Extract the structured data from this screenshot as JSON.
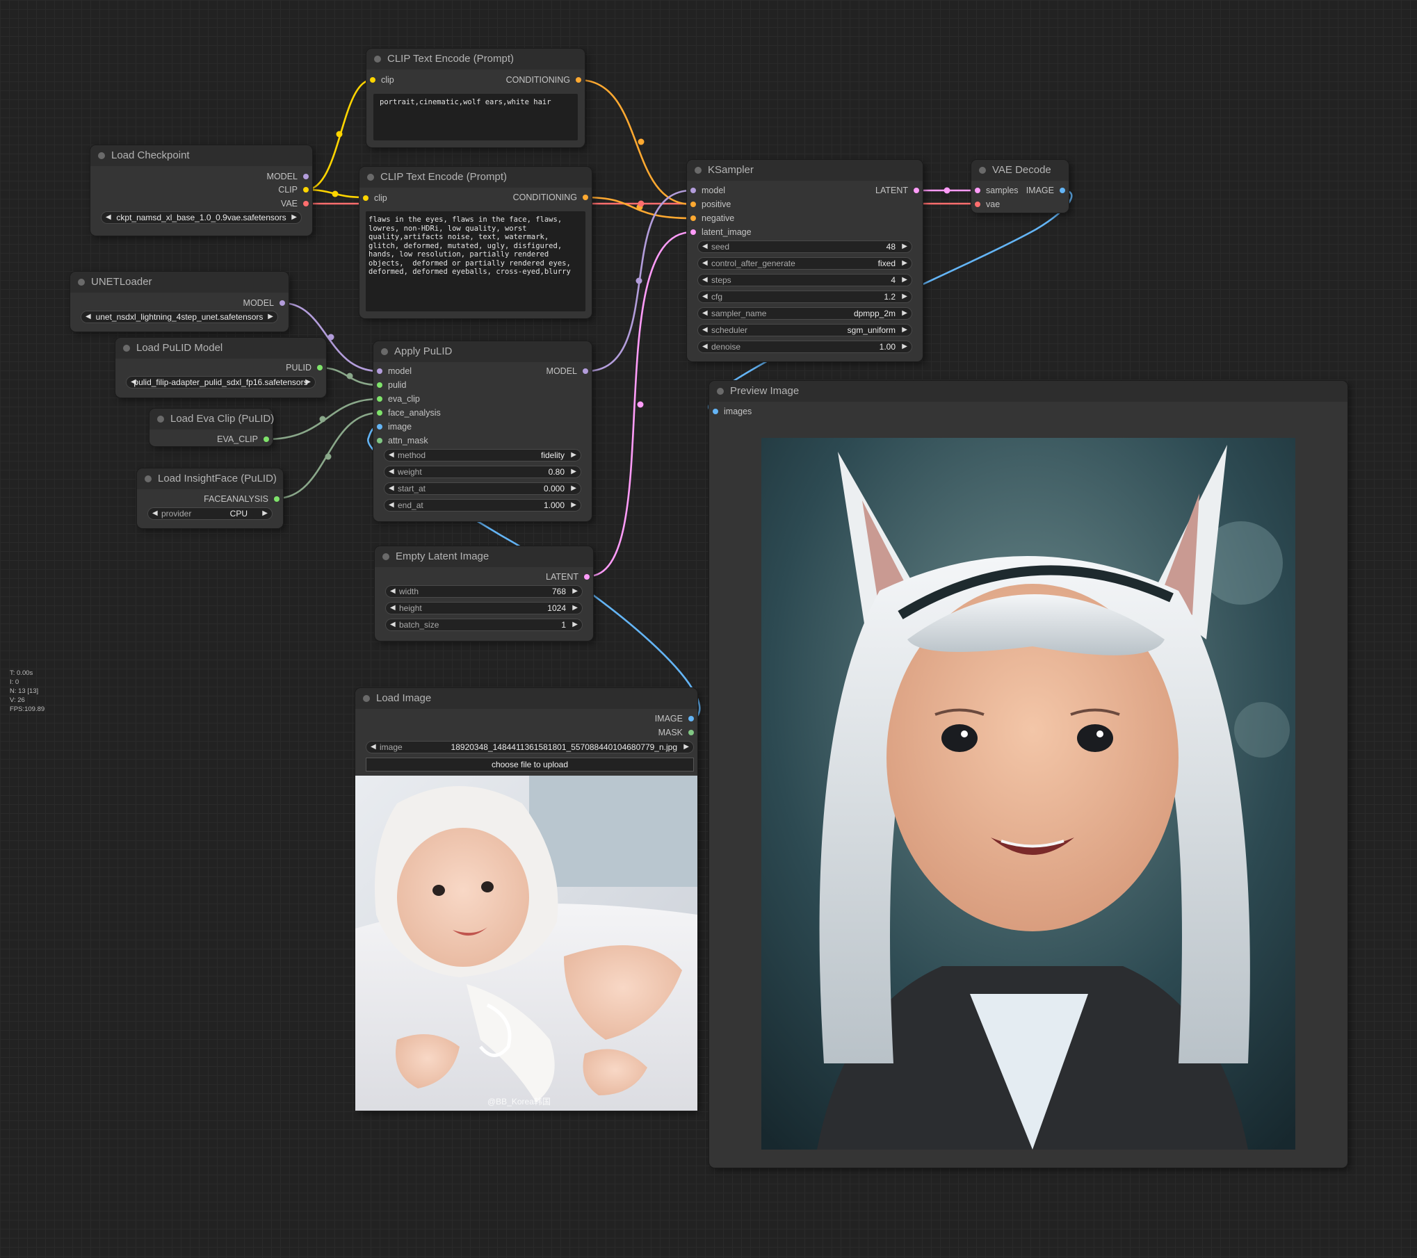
{
  "stats": {
    "t": "T: 0.00s",
    "i": "I: 0",
    "n": "N: 13 [13]",
    "v": "V: 26",
    "fps": "FPS:109.89"
  },
  "colors": {
    "model": "#b39ddb",
    "clip": "#ffd500",
    "vae": "#ff6e6e",
    "conditioning": "#ffa931",
    "latent": "#ff9cf9",
    "image": "#64b5f6",
    "mask": "#81c784",
    "pulid": "#7fe36b"
  },
  "nodes": {
    "clip_pos": {
      "title": "CLIP Text Encode (Prompt)",
      "in_clip": "clip",
      "out_conditioning": "CONDITIONING",
      "text": "portrait,cinematic,wolf ears,white hair"
    },
    "clip_neg": {
      "title": "CLIP Text Encode (Prompt)",
      "in_clip": "clip",
      "out_conditioning": "CONDITIONING",
      "text": "flaws in the eyes, flaws in the face, flaws, lowres, non-HDRi, low quality, worst quality,artifacts noise, text, watermark, glitch, deformed, mutated, ugly, disfigured, hands, low resolution, partially rendered objects,  deformed or partially rendered eyes, deformed, deformed eyeballs, cross-eyed,blurry"
    },
    "checkpoint": {
      "title": "Load Checkpoint",
      "out_model": "MODEL",
      "out_clip": "CLIP",
      "out_vae": "VAE",
      "widget": "ckpt_namsd_xl_base_1.0_0.9vae.safetensors"
    },
    "unet": {
      "title": "UNETLoader",
      "out_model": "MODEL",
      "widget": "unet_nsdxl_lightning_4step_unet.safetensors"
    },
    "pulid_model": {
      "title": "Load PuLID Model",
      "out_pulid": "PULID",
      "widget": "pulid_filip-adapter_pulid_sdxl_fp16.safetensors"
    },
    "eva": {
      "title": "Load Eva Clip (PuLID)",
      "out": "EVA_CLIP"
    },
    "insightface": {
      "title": "Load InsightFace (PuLID)",
      "out": "FACEANALYSIS",
      "provider_label": "provider",
      "provider_value": "CPU"
    },
    "apply_pulid": {
      "title": "Apply PuLID",
      "in_model": "model",
      "in_pulid": "pulid",
      "in_eva": "eva_clip",
      "in_face": "face_analysis",
      "in_image": "image",
      "in_mask": "attn_mask",
      "out_model": "MODEL",
      "method_label": "method",
      "method_value": "fidelity",
      "weight_label": "weight",
      "weight_value": "0.80",
      "start_label": "start_at",
      "start_value": "0.000",
      "end_label": "end_at",
      "end_value": "1.000"
    },
    "ksampler": {
      "title": "KSampler",
      "in_model": "model",
      "in_positive": "positive",
      "in_negative": "negative",
      "in_latent": "latent_image",
      "out_latent": "LATENT",
      "seed_label": "seed",
      "seed_value": "48",
      "cag_label": "control_after_generate",
      "cag_value": "fixed",
      "steps_label": "steps",
      "steps_value": "4",
      "cfg_label": "cfg",
      "cfg_value": "1.2",
      "sampler_label": "sampler_name",
      "sampler_value": "dpmpp_2m",
      "scheduler_label": "scheduler",
      "scheduler_value": "sgm_uniform",
      "denoise_label": "denoise",
      "denoise_value": "1.00"
    },
    "vae_decode": {
      "title": "VAE Decode",
      "in_samples": "samples",
      "in_vae": "vae",
      "out_image": "IMAGE"
    },
    "empty_latent": {
      "title": "Empty Latent Image",
      "out_latent": "LATENT",
      "width_label": "width",
      "width_value": "768",
      "height_label": "height",
      "height_value": "1024",
      "batch_label": "batch_size",
      "batch_value": "1"
    },
    "load_image": {
      "title": "Load Image",
      "out_image": "IMAGE",
      "out_mask": "MASK",
      "image_label": "image",
      "image_value": "18920348_1484411361581801_557088440104680779_n.jpg",
      "upload_label": "choose file to upload",
      "watermark": "@BB_Korea韩国"
    },
    "preview": {
      "title": "Preview Image",
      "in_images": "images"
    }
  }
}
